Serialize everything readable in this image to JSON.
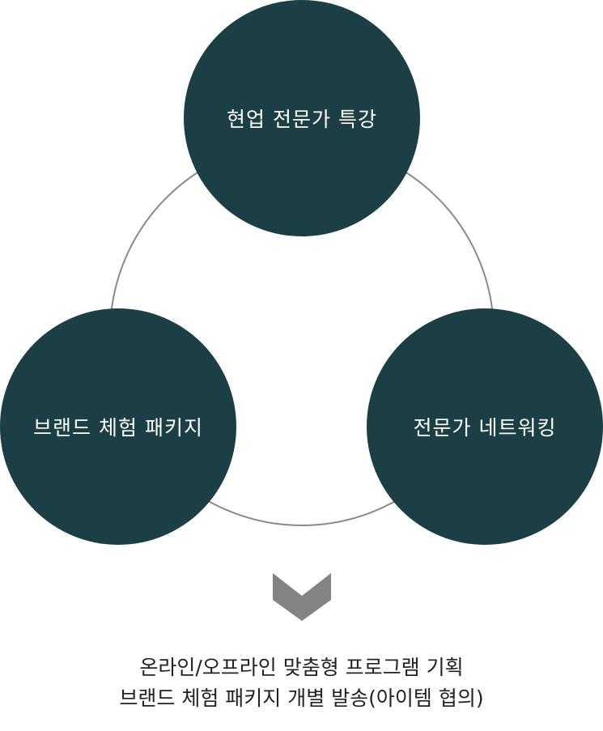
{
  "diagram": {
    "nodes": [
      {
        "label": "현업 전문가 특강"
      },
      {
        "label": "브랜드 체험 패키지"
      },
      {
        "label": "전문가 네트워킹"
      }
    ],
    "colors": {
      "node_fill": "#1b3f45",
      "node_text": "#ffffff",
      "ring": "#8a8a8a",
      "arrow": "#838383"
    },
    "arrow_icon": "chevron-down-icon"
  },
  "caption": {
    "line1": "온라인/오프라인 맞춤형 프로그램 기획",
    "line2": "브랜드 체험 패키지 개별 발송(아이템 협의)"
  }
}
